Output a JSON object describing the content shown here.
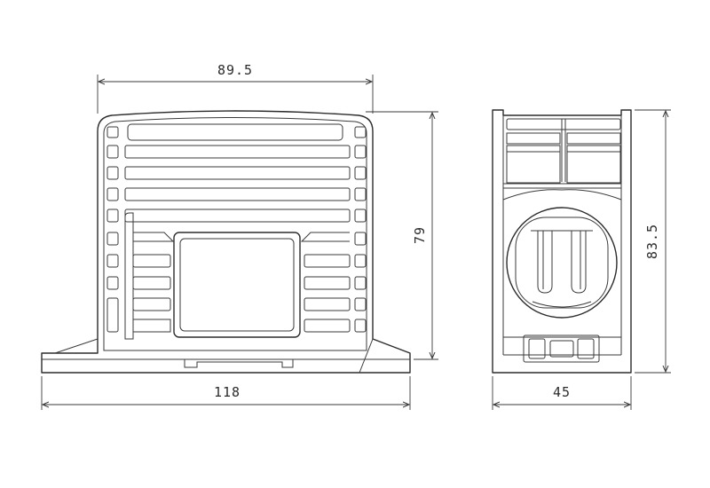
{
  "dimensions": {
    "front_top_width": "89.5",
    "front_base_width": "118",
    "front_height": "79",
    "side_width": "45",
    "side_height": "83.5"
  },
  "colors": {
    "line": "#2b2b2b",
    "background": "#ffffff"
  }
}
